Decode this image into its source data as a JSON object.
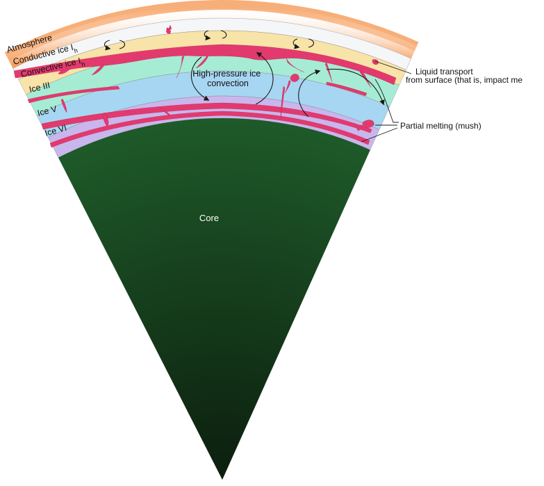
{
  "diagram": {
    "layers": [
      {
        "name": "atmosphere",
        "label": "Atmosphere",
        "color": "#f6a060"
      },
      {
        "name": "conductive-ice",
        "label": "Conductive ice I",
        "subscript": "h",
        "color": "#f4f6f8"
      },
      {
        "name": "convective-ice",
        "label": "Convective ice I",
        "subscript": "h",
        "color": "#f8e3a8"
      },
      {
        "name": "ice-iii",
        "label": "Ice III",
        "color": "#a6ecd4"
      },
      {
        "name": "ice-v",
        "label": "Ice V",
        "color": "#a7d6f2"
      },
      {
        "name": "ice-vi",
        "label": "Ice VI",
        "color": "#c8b6ec"
      }
    ],
    "core": {
      "label": "Core",
      "color_top": "#1f5c2a",
      "color_bottom": "#0c1e0e"
    },
    "melt_color": "#e23a6e",
    "convection_label": [
      "High-pressure ice",
      "convection"
    ],
    "annotations": {
      "liquid_transport": [
        "Liquid transport",
        "from surface (that is, impact me"
      ],
      "partial_melting": "Partial melting (mush)"
    }
  }
}
